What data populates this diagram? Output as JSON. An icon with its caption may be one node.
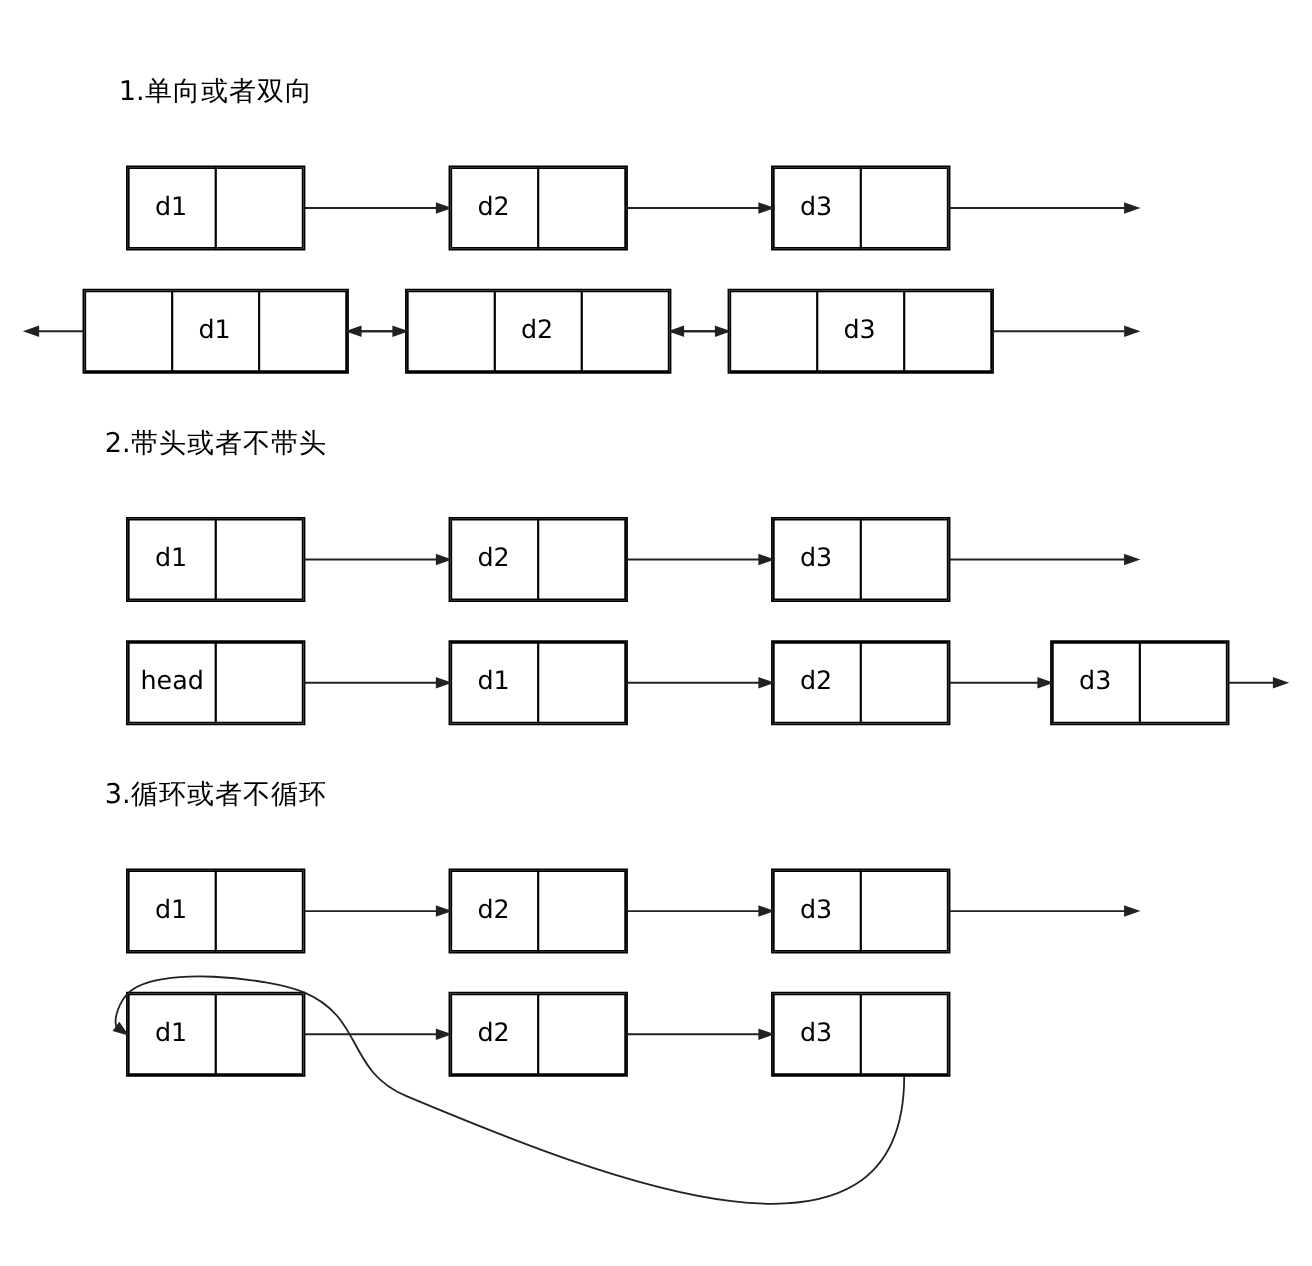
{
  "diagram": {
    "nodes": [
      {
        "text": [
          "d1"
        ]
      },
      {
        "text": [
          "d2"
        ]
      },
      {
        "text": [
          "d3"
        ]
      },
      {
        "text": [
          "d1"
        ]
      },
      {
        "text": [
          "d2"
        ]
      },
      {
        "text": [
          "d3"
        ]
      },
      {
        "text": [
          "d1"
        ]
      },
      {
        "text": [
          "d2"
        ]
      },
      {
        "text": [
          "d3"
        ]
      },
      {
        "text": [
          "head"
        ]
      },
      {
        "text": [
          "d1"
        ]
      },
      {
        "text": [
          "d2"
        ]
      },
      {
        "text": [
          "d3"
        ]
      },
      {
        "text": [
          "d1"
        ]
      },
      {
        "text": [
          "d2"
        ]
      },
      {
        "text": [
          "d3"
        ]
      },
      {
        "text": [
          "d1"
        ]
      },
      {
        "text": [
          "d2"
        ]
      },
      {
        "text": [
          "d3"
        ]
      }
    ],
    "edges": [
      {
        "from": 0,
        "to": 1,
        "arrow": "to"
      },
      {
        "from": 1,
        "to": 2,
        "arrow": "to"
      },
      {
        "from": 2,
        "to": null,
        "arrow": "to"
      },
      {
        "from": 3,
        "to": null,
        "arrow": "to"
      },
      {
        "from": 3,
        "to": 4,
        "arrow": "to"
      },
      {
        "from": 4,
        "to": 3,
        "arrow": "to"
      },
      {
        "from": 4,
        "to": 5,
        "arrow": "to"
      },
      {
        "from": 5,
        "to": 4,
        "arrow": "to"
      },
      {
        "from": 5,
        "to": null,
        "arrow": "to"
      },
      {
        "from": 6,
        "to": 7,
        "arrow": "to"
      },
      {
        "from": 7,
        "to": 8,
        "arrow": "to"
      },
      {
        "from": 8,
        "to": null,
        "arrow": "to"
      },
      {
        "from": 9,
        "to": 10,
        "arrow": "to"
      },
      {
        "from": 10,
        "to": 11,
        "arrow": "to"
      },
      {
        "from": 11,
        "to": 12,
        "arrow": "to"
      },
      {
        "from": 12,
        "to": null,
        "arrow": "to"
      },
      {
        "from": 13,
        "to": 14,
        "arrow": "to"
      },
      {
        "from": 14,
        "to": 15,
        "arrow": "to"
      },
      {
        "from": 15,
        "to": null,
        "arrow": "to"
      },
      {
        "from": 16,
        "to": 17,
        "arrow": "to"
      },
      {
        "from": 17,
        "to": 18,
        "arrow": "to"
      },
      {
        "from": 18,
        "to": 16,
        "arrow": "to"
      }
    ],
    "labels": [
      "1.单向或者双向",
      "2.带头或者不带头",
      "3.循环或者不循环"
    ]
  }
}
